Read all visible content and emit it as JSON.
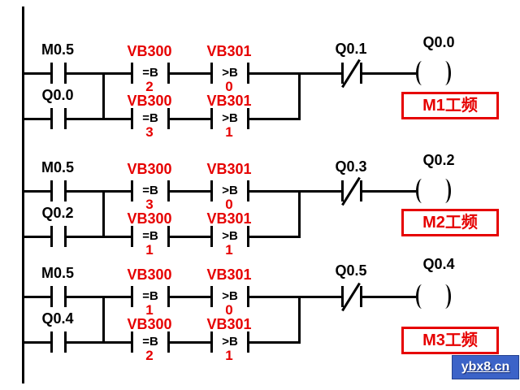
{
  "colors": {
    "wire": "#000000",
    "accent_red": "#e60000",
    "watermark_bg": "#3c63c8"
  },
  "watermark": {
    "text": "ybx8.cn"
  },
  "rungs": [
    {
      "input_top": "M0.5",
      "input_bottom": "Q0.0",
      "cmp": [
        {
          "label": "VB300",
          "op": "=B",
          "value": "2"
        },
        {
          "label": "VB301",
          "op": ">B",
          "value": "0"
        },
        {
          "label": "VB300",
          "op": "=B",
          "value": "3"
        },
        {
          "label": "VB301",
          "op": ">B",
          "value": "1"
        }
      ],
      "nc_contact": "Q0.1",
      "coil": "Q0.0",
      "tag": "M1工频"
    },
    {
      "input_top": "M0.5",
      "input_bottom": "Q0.2",
      "cmp": [
        {
          "label": "VB300",
          "op": "=B",
          "value": "3"
        },
        {
          "label": "VB301",
          "op": ">B",
          "value": "0"
        },
        {
          "label": "VB300",
          "op": "=B",
          "value": "1"
        },
        {
          "label": "VB301",
          "op": ">B",
          "value": "1"
        }
      ],
      "nc_contact": "Q0.3",
      "coil": "Q0.2",
      "tag": "M2工频"
    },
    {
      "input_top": "M0.5",
      "input_bottom": "Q0.4",
      "cmp": [
        {
          "label": "VB300",
          "op": "=B",
          "value": "1"
        },
        {
          "label": "VB301",
          "op": ">B",
          "value": "0"
        },
        {
          "label": "VB300",
          "op": "=B",
          "value": "2"
        },
        {
          "label": "VB301",
          "op": ">B",
          "value": "1"
        }
      ],
      "nc_contact": "Q0.5",
      "coil": "Q0.4",
      "tag": "M3工频"
    }
  ]
}
